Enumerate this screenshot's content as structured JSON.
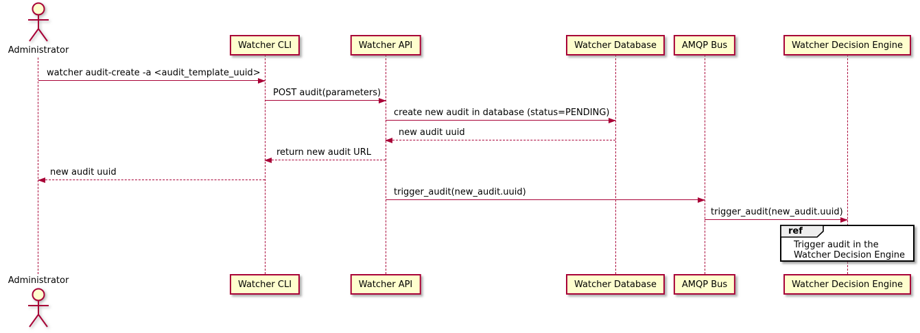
{
  "diagram": {
    "type": "uml-sequence",
    "actor": {
      "name": "Administrator"
    },
    "participants": [
      {
        "label": "Watcher CLI"
      },
      {
        "label": "Watcher API"
      },
      {
        "label": "Watcher Database"
      },
      {
        "label": "AMQP Bus"
      },
      {
        "label": "Watcher Decision Engine"
      }
    ],
    "messages": [
      {
        "from": "Administrator",
        "to": "Watcher CLI",
        "label": "watcher audit-create -a <audit_template_uuid>",
        "line": "solid",
        "direction": "right"
      },
      {
        "from": "Watcher CLI",
        "to": "Watcher API",
        "label": "POST audit(parameters)",
        "line": "solid",
        "direction": "right"
      },
      {
        "from": "Watcher API",
        "to": "Watcher Database",
        "label": "create new audit in database (status=PENDING)",
        "line": "solid",
        "direction": "right"
      },
      {
        "from": "Watcher Database",
        "to": "Watcher API",
        "label": "new audit uuid",
        "line": "dashed",
        "direction": "left"
      },
      {
        "from": "Watcher API",
        "to": "Watcher CLI",
        "label": "return new audit URL",
        "line": "dashed",
        "direction": "left"
      },
      {
        "from": "Watcher CLI",
        "to": "Administrator",
        "label": "new audit uuid",
        "line": "dashed",
        "direction": "left"
      },
      {
        "from": "Watcher API",
        "to": "AMQP Bus",
        "label": "trigger_audit(new_audit.uuid)",
        "line": "solid",
        "direction": "right"
      },
      {
        "from": "AMQP Bus",
        "to": "Watcher Decision Engine",
        "label": "trigger_audit(new_audit.uuid)",
        "line": "solid",
        "direction": "right"
      }
    ],
    "ref": {
      "keyword": "ref",
      "lines": [
        "Trigger audit in the",
        "Watcher Decision Engine"
      ]
    },
    "colors": {
      "participant_fill": "#FEFECE",
      "participant_border": "#A80036",
      "arrow": "#A80036",
      "lifeline": "#A80036",
      "text": "#000000",
      "ref_border": "#000000",
      "ref_tab_fill": "#EEEEEE",
      "background": "#FFFFFF"
    }
  }
}
